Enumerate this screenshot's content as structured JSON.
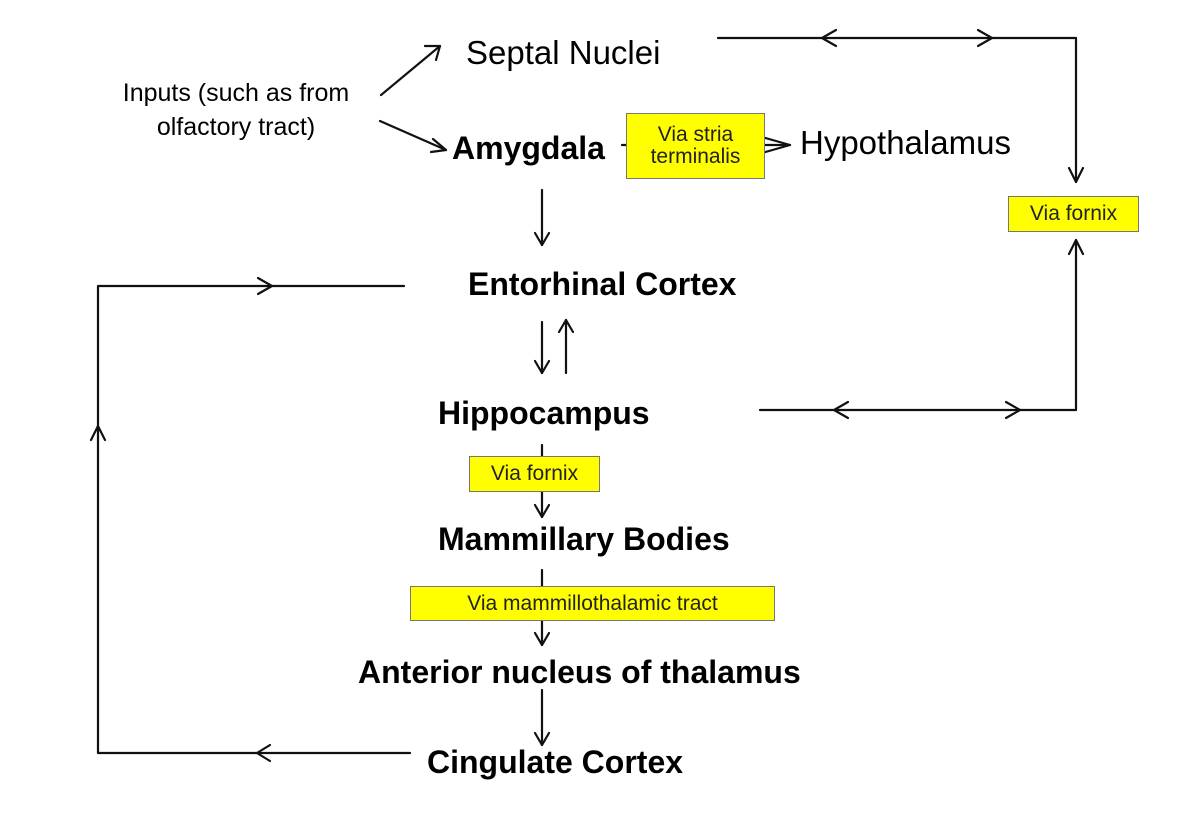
{
  "nodes": {
    "inputs_line1": "Inputs (such as from",
    "inputs_line2": "olfactory tract)",
    "septal_nuclei": "Septal Nuclei",
    "amygdala": "Amygdala",
    "hypothalamus": "Hypothalamus",
    "entorhinal_cortex": "Entorhinal Cortex",
    "hippocampus": "Hippocampus",
    "mammillary_bodies": "Mammillary Bodies",
    "anterior_nucleus": "Anterior nucleus of thalamus",
    "cingulate_cortex": "Cingulate Cortex"
  },
  "tags": {
    "stria_line1": "Via stria",
    "stria_line2": "terminalis",
    "fornix_right": "Via fornix",
    "fornix_center": "Via fornix",
    "mammillothalamic": "Via mammillothalamic tract"
  },
  "colors": {
    "highlight": "#ffff00",
    "line": "#000000"
  }
}
